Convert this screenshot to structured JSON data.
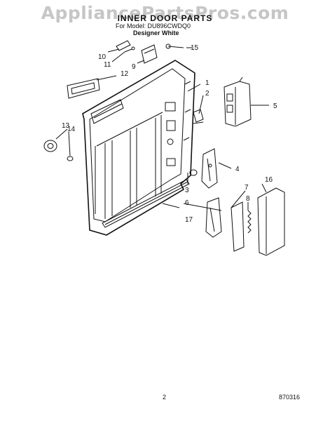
{
  "header": {
    "watermark": "AppliancePartsPros.com",
    "title": "INNER DOOR PARTS",
    "model_line": "For Model: DU896CWDQ0",
    "variant": "Designer White"
  },
  "callouts": [
    "1",
    "2",
    "3",
    "4",
    "5",
    "6",
    "7",
    "8",
    "9",
    "10",
    "11",
    "12",
    "13",
    "14",
    "15",
    "16",
    "17"
  ],
  "footer": {
    "page_number": "2",
    "doc_number": "870316"
  },
  "colors": {
    "ink": "#111111",
    "watermark": "#c6c6c6",
    "paper": "#ffffff"
  }
}
